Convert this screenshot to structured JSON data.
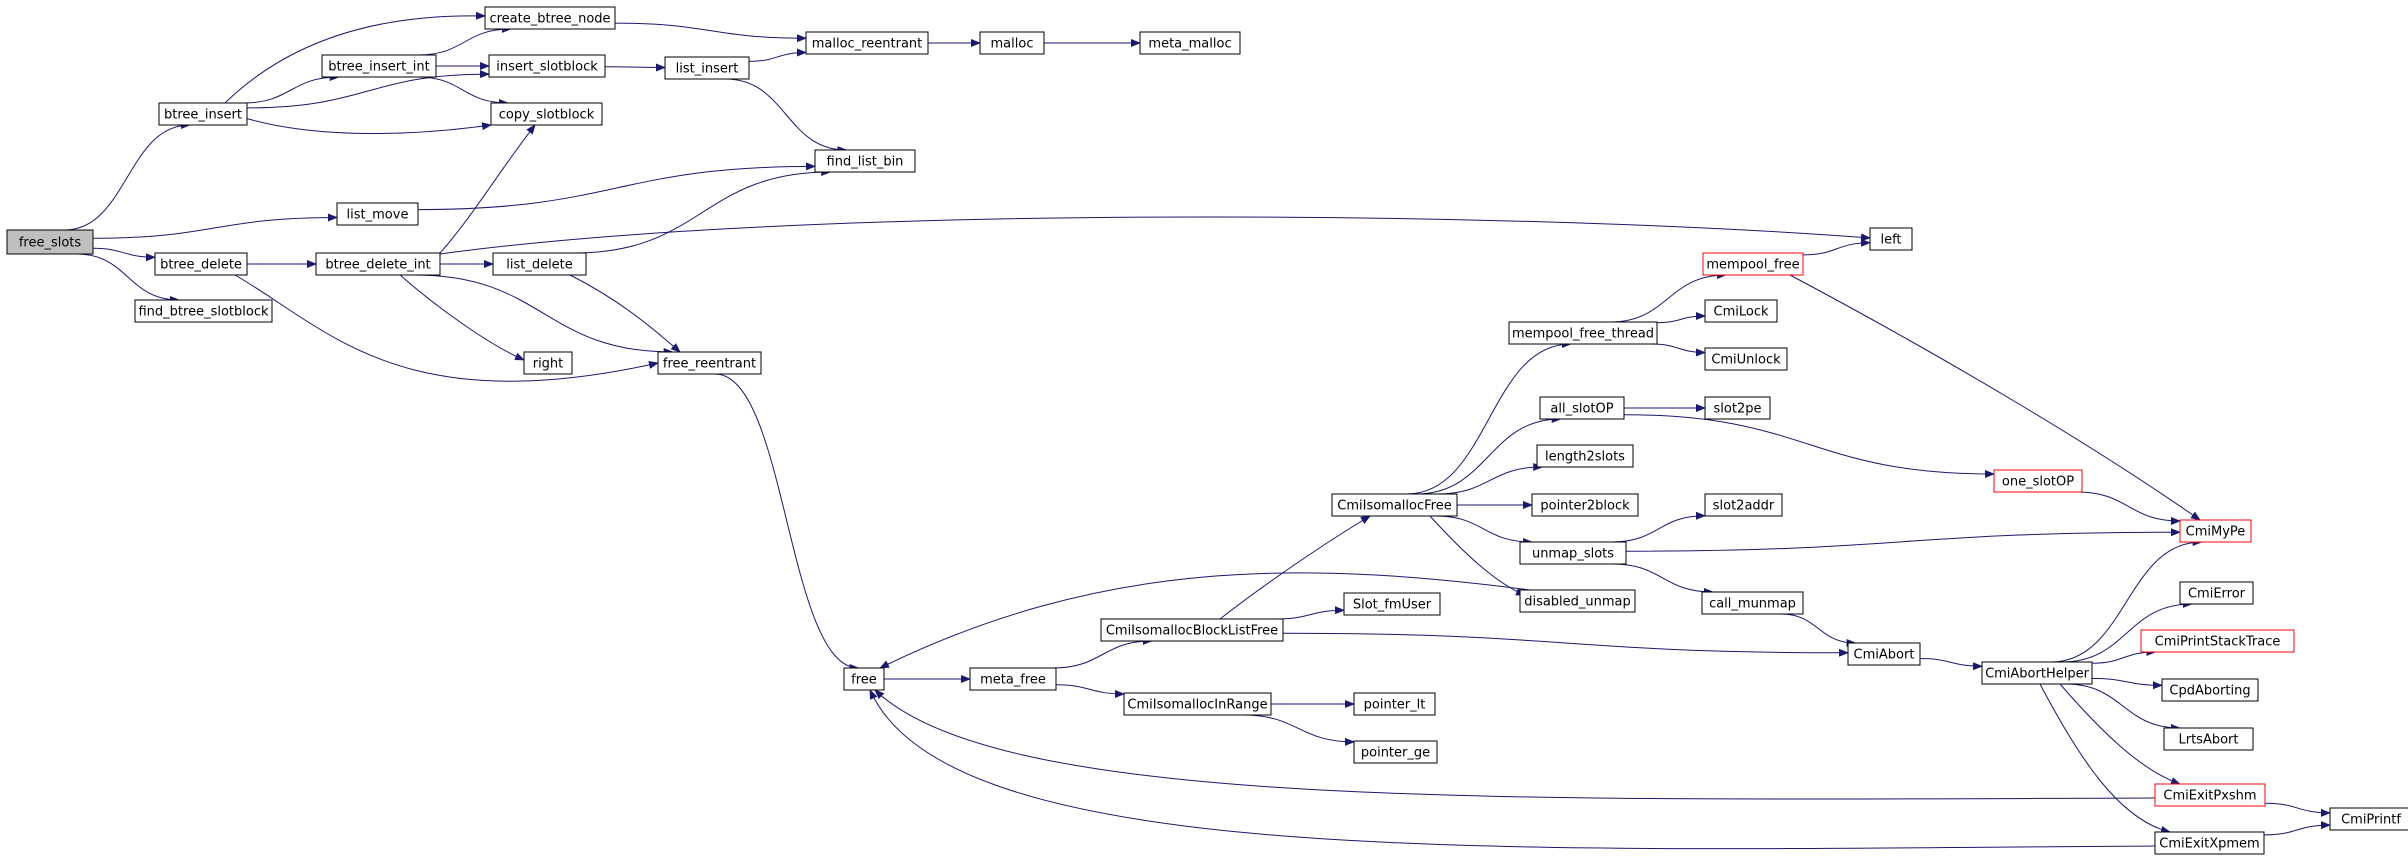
{
  "nodes": [
    {
      "id": "free_slots",
      "label": "free_slots",
      "style": "root"
    },
    {
      "id": "btree_insert",
      "label": "btree_insert",
      "style": "normal"
    },
    {
      "id": "btree_insert_int",
      "label": "btree_insert_int",
      "style": "normal"
    },
    {
      "id": "create_btree_node",
      "label": "create_btree_node",
      "style": "normal"
    },
    {
      "id": "insert_slotblock",
      "label": "insert_slotblock",
      "style": "normal"
    },
    {
      "id": "copy_slotblock",
      "label": "copy_slotblock",
      "style": "normal"
    },
    {
      "id": "list_insert",
      "label": "list_insert",
      "style": "normal"
    },
    {
      "id": "malloc_reentrant",
      "label": "malloc_reentrant",
      "style": "normal"
    },
    {
      "id": "malloc",
      "label": "malloc",
      "style": "normal"
    },
    {
      "id": "meta_malloc",
      "label": "meta_malloc",
      "style": "normal"
    },
    {
      "id": "find_list_bin",
      "label": "find_list_bin",
      "style": "normal"
    },
    {
      "id": "list_move",
      "label": "list_move",
      "style": "normal"
    },
    {
      "id": "btree_delete",
      "label": "btree_delete",
      "style": "normal"
    },
    {
      "id": "btree_delete_int",
      "label": "btree_delete_int",
      "style": "normal"
    },
    {
      "id": "list_delete",
      "label": "list_delete",
      "style": "normal"
    },
    {
      "id": "left",
      "label": "left",
      "style": "normal"
    },
    {
      "id": "find_btree_slotblock",
      "label": "find_btree_slotblock",
      "style": "normal"
    },
    {
      "id": "right",
      "label": "right",
      "style": "normal"
    },
    {
      "id": "free_reentrant",
      "label": "free_reentrant",
      "style": "normal"
    },
    {
      "id": "mempool_free",
      "label": "mempool_free",
      "style": "red"
    },
    {
      "id": "mempool_free_thread",
      "label": "mempool_free_thread",
      "style": "normal"
    },
    {
      "id": "CmiLock",
      "label": "CmiLock",
      "style": "normal"
    },
    {
      "id": "CmiUnlock",
      "label": "CmiUnlock",
      "style": "normal"
    },
    {
      "id": "all_slotOP",
      "label": "all_slotOP",
      "style": "normal"
    },
    {
      "id": "slot2pe",
      "label": "slot2pe",
      "style": "normal"
    },
    {
      "id": "length2slots",
      "label": "length2slots",
      "style": "normal"
    },
    {
      "id": "one_slotOP",
      "label": "one_slotOP",
      "style": "red"
    },
    {
      "id": "CmiIsomallocFree",
      "label": "CmiIsomallocFree",
      "style": "normal"
    },
    {
      "id": "pointer2block",
      "label": "pointer2block",
      "style": "normal"
    },
    {
      "id": "slot2addr",
      "label": "slot2addr",
      "style": "normal"
    },
    {
      "id": "CmiMyPe",
      "label": "CmiMyPe",
      "style": "red"
    },
    {
      "id": "unmap_slots",
      "label": "unmap_slots",
      "style": "normal"
    },
    {
      "id": "disabled_unmap",
      "label": "disabled_unmap",
      "style": "normal"
    },
    {
      "id": "call_munmap",
      "label": "call_munmap",
      "style": "normal"
    },
    {
      "id": "CmiError",
      "label": "CmiError",
      "style": "normal"
    },
    {
      "id": "Slot_fmUser",
      "label": "Slot_fmUser",
      "style": "normal"
    },
    {
      "id": "CmiIsomallocBlockListFree",
      "label": "CmiIsomallocBlockListFree",
      "style": "normal"
    },
    {
      "id": "CmiPrintStackTrace",
      "label": "CmiPrintStackTrace",
      "style": "red"
    },
    {
      "id": "CmiAbort",
      "label": "CmiAbort",
      "style": "normal"
    },
    {
      "id": "CmiAbortHelper",
      "label": "CmiAbortHelper",
      "style": "normal"
    },
    {
      "id": "free",
      "label": "free",
      "style": "normal"
    },
    {
      "id": "meta_free",
      "label": "meta_free",
      "style": "normal"
    },
    {
      "id": "CpdAborting",
      "label": "CpdAborting",
      "style": "normal"
    },
    {
      "id": "CmiIsomallocInRange",
      "label": "CmiIsomallocInRange",
      "style": "normal"
    },
    {
      "id": "pointer_lt",
      "label": "pointer_lt",
      "style": "normal"
    },
    {
      "id": "LrtsAbort",
      "label": "LrtsAbort",
      "style": "normal"
    },
    {
      "id": "pointer_ge",
      "label": "pointer_ge",
      "style": "normal"
    },
    {
      "id": "CmiExitPxshm",
      "label": "CmiExitPxshm",
      "style": "red"
    },
    {
      "id": "CmiPrintf",
      "label": "CmiPrintf",
      "style": "normal"
    },
    {
      "id": "CmiExitXpmem",
      "label": "CmiExitXpmem",
      "style": "normal"
    }
  ],
  "edges": [
    {
      "from": "free_slots",
      "to": "btree_insert"
    },
    {
      "from": "free_slots",
      "to": "list_move"
    },
    {
      "from": "free_slots",
      "to": "btree_delete"
    },
    {
      "from": "free_slots",
      "to": "find_btree_slotblock"
    },
    {
      "from": "btree_insert",
      "to": "create_btree_node"
    },
    {
      "from": "btree_insert",
      "to": "btree_insert_int"
    },
    {
      "from": "btree_insert",
      "to": "insert_slotblock"
    },
    {
      "from": "btree_insert",
      "to": "copy_slotblock"
    },
    {
      "from": "btree_insert_int",
      "to": "create_btree_node"
    },
    {
      "from": "btree_insert_int",
      "to": "insert_slotblock"
    },
    {
      "from": "btree_insert_int",
      "to": "copy_slotblock"
    },
    {
      "from": "create_btree_node",
      "to": "malloc_reentrant"
    },
    {
      "from": "insert_slotblock",
      "to": "list_insert"
    },
    {
      "from": "list_insert",
      "to": "malloc_reentrant"
    },
    {
      "from": "list_insert",
      "to": "find_list_bin"
    },
    {
      "from": "malloc_reentrant",
      "to": "malloc"
    },
    {
      "from": "malloc",
      "to": "meta_malloc"
    },
    {
      "from": "list_move",
      "to": "find_list_bin"
    },
    {
      "from": "btree_delete",
      "to": "btree_delete_int"
    },
    {
      "from": "btree_delete",
      "to": "free_reentrant"
    },
    {
      "from": "btree_delete_int",
      "to": "copy_slotblock"
    },
    {
      "from": "btree_delete_int",
      "to": "list_delete"
    },
    {
      "from": "btree_delete_int",
      "to": "left"
    },
    {
      "from": "btree_delete_int",
      "to": "right"
    },
    {
      "from": "btree_delete_int",
      "to": "free_reentrant"
    },
    {
      "from": "list_delete",
      "to": "find_list_bin"
    },
    {
      "from": "list_delete",
      "to": "free_reentrant"
    },
    {
      "from": "free_reentrant",
      "to": "free"
    },
    {
      "from": "free",
      "to": "meta_free"
    },
    {
      "from": "meta_free",
      "to": "CmiIsomallocBlockListFree"
    },
    {
      "from": "meta_free",
      "to": "CmiIsomallocInRange"
    },
    {
      "from": "CmiIsomallocInRange",
      "to": "pointer_lt"
    },
    {
      "from": "CmiIsomallocInRange",
      "to": "pointer_ge"
    },
    {
      "from": "CmiIsomallocBlockListFree",
      "to": "CmiIsomallocFree"
    },
    {
      "from": "CmiIsomallocBlockListFree",
      "to": "Slot_fmUser"
    },
    {
      "from": "CmiIsomallocBlockListFree",
      "to": "CmiAbort"
    },
    {
      "from": "CmiIsomallocFree",
      "to": "mempool_free_thread"
    },
    {
      "from": "CmiIsomallocFree",
      "to": "all_slotOP"
    },
    {
      "from": "CmiIsomallocFree",
      "to": "length2slots"
    },
    {
      "from": "CmiIsomallocFree",
      "to": "pointer2block"
    },
    {
      "from": "CmiIsomallocFree",
      "to": "unmap_slots"
    },
    {
      "from": "CmiIsomallocFree",
      "to": "disabled_unmap"
    },
    {
      "from": "mempool_free_thread",
      "to": "mempool_free"
    },
    {
      "from": "mempool_free_thread",
      "to": "CmiLock"
    },
    {
      "from": "mempool_free_thread",
      "to": "CmiUnlock"
    },
    {
      "from": "mempool_free",
      "to": "left"
    },
    {
      "from": "mempool_free",
      "to": "CmiMyPe"
    },
    {
      "from": "all_slotOP",
      "to": "slot2pe"
    },
    {
      "from": "all_slotOP",
      "to": "one_slotOP"
    },
    {
      "from": "one_slotOP",
      "to": "CmiMyPe"
    },
    {
      "from": "unmap_slots",
      "to": "slot2addr"
    },
    {
      "from": "unmap_slots",
      "to": "CmiMyPe"
    },
    {
      "from": "unmap_slots",
      "to": "call_munmap"
    },
    {
      "from": "disabled_unmap",
      "to": "free"
    },
    {
      "from": "call_munmap",
      "to": "CmiAbort"
    },
    {
      "from": "CmiAbort",
      "to": "CmiAbortHelper"
    },
    {
      "from": "CmiAbortHelper",
      "to": "CmiMyPe"
    },
    {
      "from": "CmiAbortHelper",
      "to": "CmiError"
    },
    {
      "from": "CmiAbortHelper",
      "to": "CmiPrintStackTrace"
    },
    {
      "from": "CmiAbortHelper",
      "to": "CpdAborting"
    },
    {
      "from": "CmiAbortHelper",
      "to": "LrtsAbort"
    },
    {
      "from": "CmiAbortHelper",
      "to": "CmiExitPxshm"
    },
    {
      "from": "CmiAbortHelper",
      "to": "CmiExitXpmem"
    },
    {
      "from": "CmiExitPxshm",
      "to": "free"
    },
    {
      "from": "CmiExitPxshm",
      "to": "CmiPrintf"
    },
    {
      "from": "CmiExitXpmem",
      "to": "free"
    },
    {
      "from": "CmiExitXpmem",
      "to": "CmiPrintf"
    }
  ]
}
